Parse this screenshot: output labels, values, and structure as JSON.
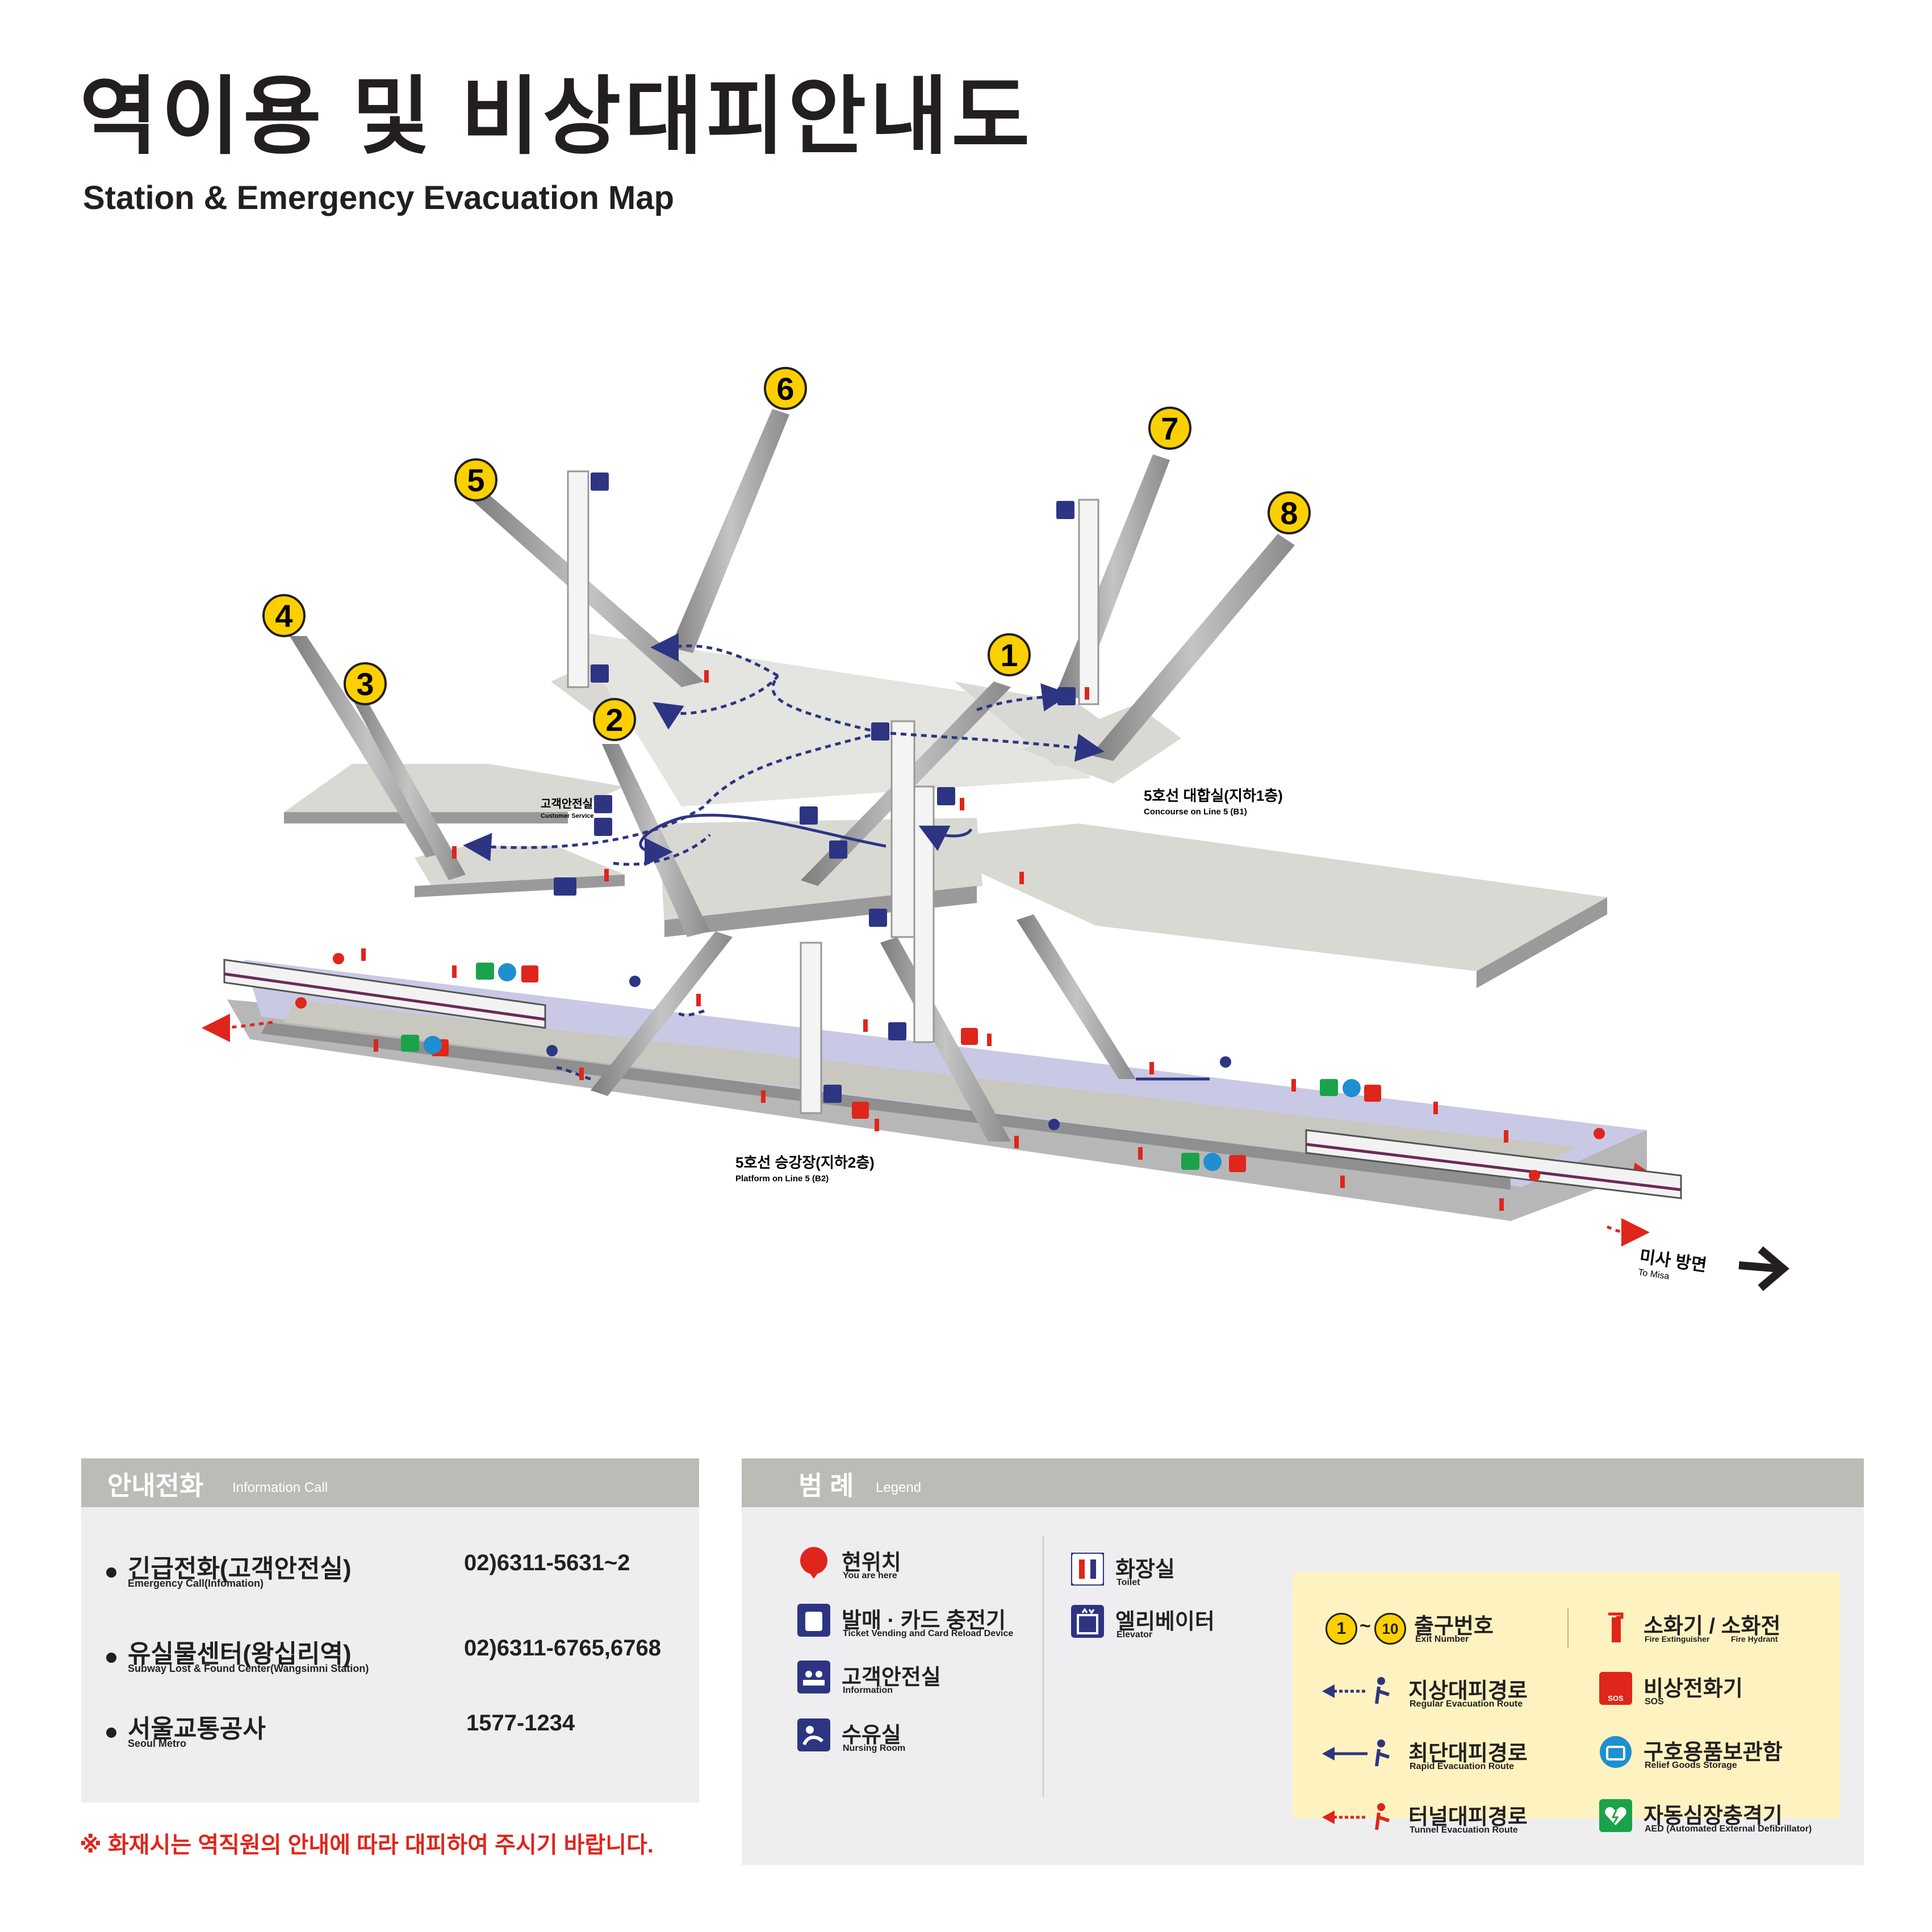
{
  "title": {
    "ko": "역이용 및 비상대피안내도",
    "en": "Station & Emergency Evacuation Map"
  },
  "map": {
    "exits": [
      "1",
      "2",
      "3",
      "4",
      "5",
      "6",
      "7",
      "8"
    ],
    "concourse": {
      "ko": "5호선 대합실(지하1층)",
      "en": "Concourse on Line 5 (B1)"
    },
    "platform": {
      "ko": "5호선 승강장(지하2층)",
      "en": "Platform on Line 5 (B2)"
    },
    "customer_service": {
      "ko": "고객안전실",
      "en": "Customer Service"
    },
    "direction": {
      "ko": "미사 방면",
      "en": "To Misa"
    },
    "colors": {
      "concourse_floor": "#d9d9d4",
      "platform_floor": "#c9c9e6",
      "exit_badge": "#fcd000",
      "regular_route": "#2d3583",
      "tunnel_route": "#e0251b",
      "aed": "#1aa34a",
      "relief": "#1e8fd0",
      "sos": "#e0251b"
    }
  },
  "info_call": {
    "header_ko": "안내전화",
    "header_en": "Information Call",
    "items": [
      {
        "ko": "긴급전화(고객안전실)",
        "en": "Emergency Call(Infomation)",
        "number": "02)6311-5631~2"
      },
      {
        "ko": "유실물센터(왕십리역)",
        "en": "Subway Lost & Found Center(Wangsimni Station)",
        "number": "02)6311-6765,6768"
      },
      {
        "ko": "서울교통공사",
        "en": "Seoul Metro",
        "number": "1577-1234"
      }
    ],
    "notice": "※ 화재시는 역직원의 안내에 따라 대피하여 주시기 바랍니다."
  },
  "legend": {
    "header_ko": "범 례",
    "header_en": "Legend",
    "col1": [
      {
        "ko": "현위치",
        "en": "You are here",
        "icon": "location-pin-icon"
      },
      {
        "ko": "발매 · 카드 충전기",
        "en": "Ticket Vending and Card Reload Device",
        "icon": "ticket-machine-icon"
      },
      {
        "ko": "고객안전실",
        "en": "Information",
        "icon": "information-icon"
      },
      {
        "ko": "수유실",
        "en": "Nursing Room",
        "icon": "nursing-room-icon"
      }
    ],
    "col2": [
      {
        "ko": "화장실",
        "en": "Toilet",
        "icon": "toilet-icon"
      },
      {
        "ko": "엘리베이터",
        "en": "Elevator",
        "icon": "elevator-icon"
      }
    ],
    "col3": [
      {
        "badge_from": "1",
        "badge_sep": "~",
        "badge_to": "10",
        "ko": "출구번호",
        "en": "Exit Number"
      },
      {
        "ko": "지상대피경로",
        "en": "Regular Evacuation Route",
        "icon": "regular-route-icon"
      },
      {
        "ko": "최단대피경로",
        "en": "Rapid Evacuation Route",
        "icon": "rapid-route-icon"
      },
      {
        "ko": "터널대피경로",
        "en": "Tunnel Evacuation Route",
        "icon": "tunnel-route-icon"
      }
    ],
    "col4": [
      {
        "ko": "소화기 / 소화전",
        "en1": "Fire Extinguisher",
        "en2": "Fire Hydrant",
        "icon": "fire-extinguisher-icon"
      },
      {
        "ko": "비상전화기",
        "en": "SOS",
        "icon": "sos-phone-icon",
        "sos_text": "SOS"
      },
      {
        "ko": "구호용품보관함",
        "en": "Relief Goods Storage",
        "icon": "relief-goods-icon"
      },
      {
        "ko": "자동심장충격기",
        "en": "AED (Automated External Defibrillator)",
        "icon": "aed-icon"
      }
    ]
  }
}
